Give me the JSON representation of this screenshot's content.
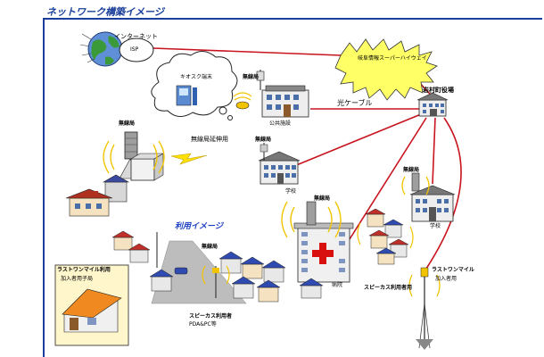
{
  "title": "ネットワーク構築イメージ",
  "labels": {
    "internet": "インターネット",
    "isp": "ISP",
    "gifu_highway": "岐阜情報スーパーハイウェイ",
    "kiosk": "キオスク端末",
    "wireless_station_1": "無線局",
    "public_facility": "公共施設",
    "optical_cable": "光ケーブル",
    "iwamura_office": "岩村町役場",
    "wireless_station_left": "無線局",
    "wireless_extension": "無線局延伸用",
    "wireless_station_school": "無線局",
    "school_1": "学校",
    "wireless_station_hospital": "無線局",
    "wireless_station_school2": "無線局",
    "school_2": "学校",
    "usage_image": "利用イメージ",
    "last_one_mile_user_box_1": "ラストワンマイル利用",
    "last_one_mile_user_box_2": "加入者用子局",
    "wireless_station_mid": "無線局",
    "hospital": "病院",
    "spot_service_mid": "スピーカス利用者",
    "pda_pc": "PDA&PC等",
    "spot_service_right": "スピーカス利用者用",
    "last_one_mile_right_1": "ラストワンマイル",
    "last_one_mile_right_2": "加入者用"
  },
  "colors": {
    "link_red": "#c8141e",
    "title_blue": "#1a3f9a",
    "cloud_yellow": "#ffff66"
  }
}
